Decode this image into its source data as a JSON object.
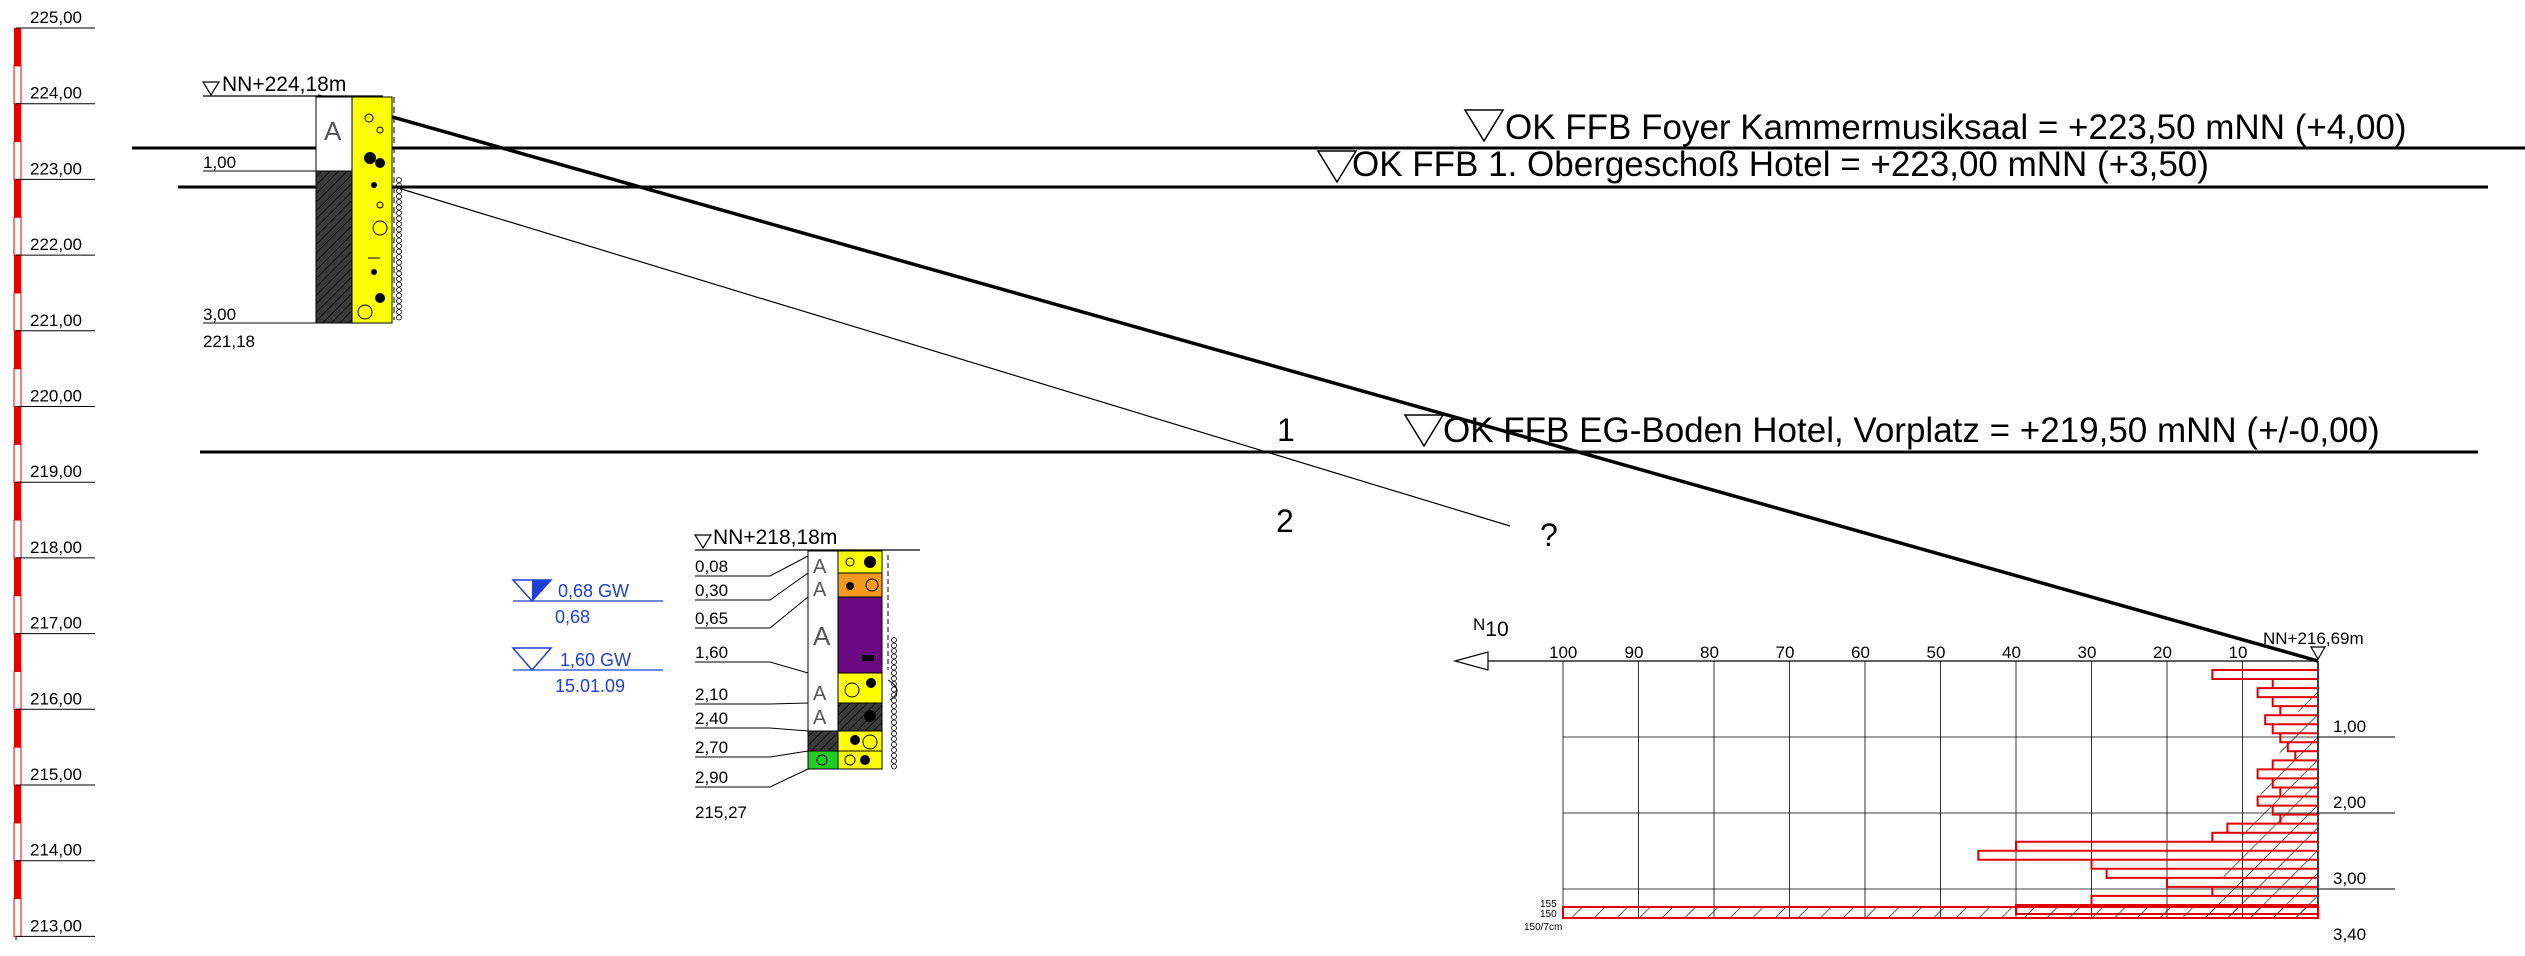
{
  "colors": {
    "scale_red": "#e60000",
    "groundwater_blue": "#1f3fd6",
    "soil_yellow": "#ffff00",
    "soil_orange": "#f59a1e",
    "soil_purple": "#6a0a82",
    "soil_green": "#22cc22",
    "soil_dark": "#2a2a2a",
    "sounding_red": "#e00000"
  },
  "elevation_scale": {
    "labels": [
      "225,00",
      "224,00",
      "223,00",
      "222,00",
      "221,00",
      "220,00",
      "219,00",
      "218,00",
      "217,00",
      "216,00",
      "215,00",
      "214,00",
      "213,00"
    ]
  },
  "levels": [
    {
      "id": "foyer",
      "label": "OK FFB Foyer Kammermusiksaal = +223,50 mNN (+4,00)"
    },
    {
      "id": "og1",
      "label": "OK FFB 1. Obergeschoß Hotel = +223,00 mNN (+3,50)"
    },
    {
      "id": "eg",
      "label": "OK FFB EG-Boden Hotel, Vorplatz = +219,50 mNN (+/-0,00)"
    }
  ],
  "borehole_1": {
    "top_label": "NN+224,18m",
    "depth_labels": [
      "1,00",
      "3,00"
    ],
    "bottom_label": "221,18",
    "symbol_A": "A"
  },
  "borehole_2": {
    "top_label": "NN+218,18m",
    "depth_labels": [
      "0,08",
      "0,30",
      "0,65",
      "1,60",
      "2,10",
      "2,40",
      "2,70",
      "2,90"
    ],
    "bottom_label": "215,27",
    "symbol_A": "A"
  },
  "groundwater": [
    {
      "value": "0,68 GW",
      "sub": "0,68"
    },
    {
      "value": "1,60 GW",
      "sub": "15.01.09"
    }
  ],
  "sounding": {
    "top_label": "NN+216,69m",
    "axis_title": "N10",
    "axis_ticks": [
      "100",
      "90",
      "80",
      "70",
      "60",
      "50",
      "40",
      "30",
      "20",
      "10"
    ],
    "depth_labels": [
      "1,00",
      "2,00",
      "3,00",
      "3,40"
    ],
    "note_1": "150",
    "note_2": "155",
    "note_3": "150/7cm"
  },
  "markers": {
    "one": "1",
    "two": "2",
    "question": "?"
  }
}
